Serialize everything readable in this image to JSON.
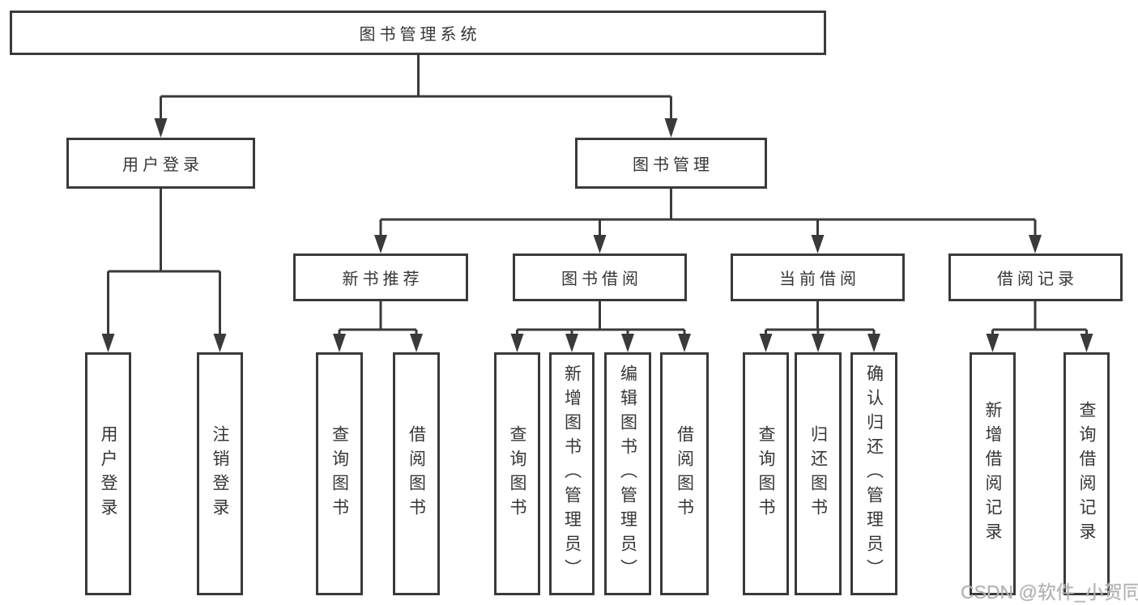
{
  "diagram_title": "图书管理系统",
  "nodes": {
    "root": "图书管理系统",
    "user_login": "用户登录",
    "book_mgmt": "图书管理",
    "new_rec": "新书推荐",
    "book_borrow": "图书借阅",
    "cur_borrow": "当前借阅",
    "borrow_rec": "借阅记录",
    "leaf_user_login": "用户登录",
    "leaf_logout": "注销登录",
    "leaf_rec_query": "查询图书",
    "leaf_rec_borrow": "借阅图书",
    "leaf_bb_query": "查询图书",
    "leaf_bb_add": "新增图书（管理员）",
    "leaf_bb_edit": "编辑图书（管理员）",
    "leaf_bb_borrow": "借阅图书",
    "leaf_cb_query": "查询图书",
    "leaf_cb_return": "归还图书",
    "leaf_cb_confirm": "确认归还（管理员）",
    "leaf_br_add": "新增借阅记录",
    "leaf_br_query": "查询借阅记录"
  },
  "hierarchy": {
    "图书管理系统": {
      "用户登录": [
        "用户登录",
        "注销登录"
      ],
      "图书管理": {
        "新书推荐": [
          "查询图书",
          "借阅图书"
        ],
        "图书借阅": [
          "查询图书",
          "新增图书（管理员）",
          "编辑图书（管理员）",
          "借阅图书"
        ],
        "当前借阅": [
          "查询图书",
          "归还图书",
          "确认归还（管理员）"
        ],
        "借阅记录": [
          "新增借阅记录",
          "查询借阅记录"
        ]
      }
    }
  },
  "watermark": "CSDN @软件_小贺同学",
  "colors": {
    "line": "#3a3a3a",
    "text": "#363636",
    "background": "#ffffff",
    "watermark": "#b3b3b3"
  }
}
